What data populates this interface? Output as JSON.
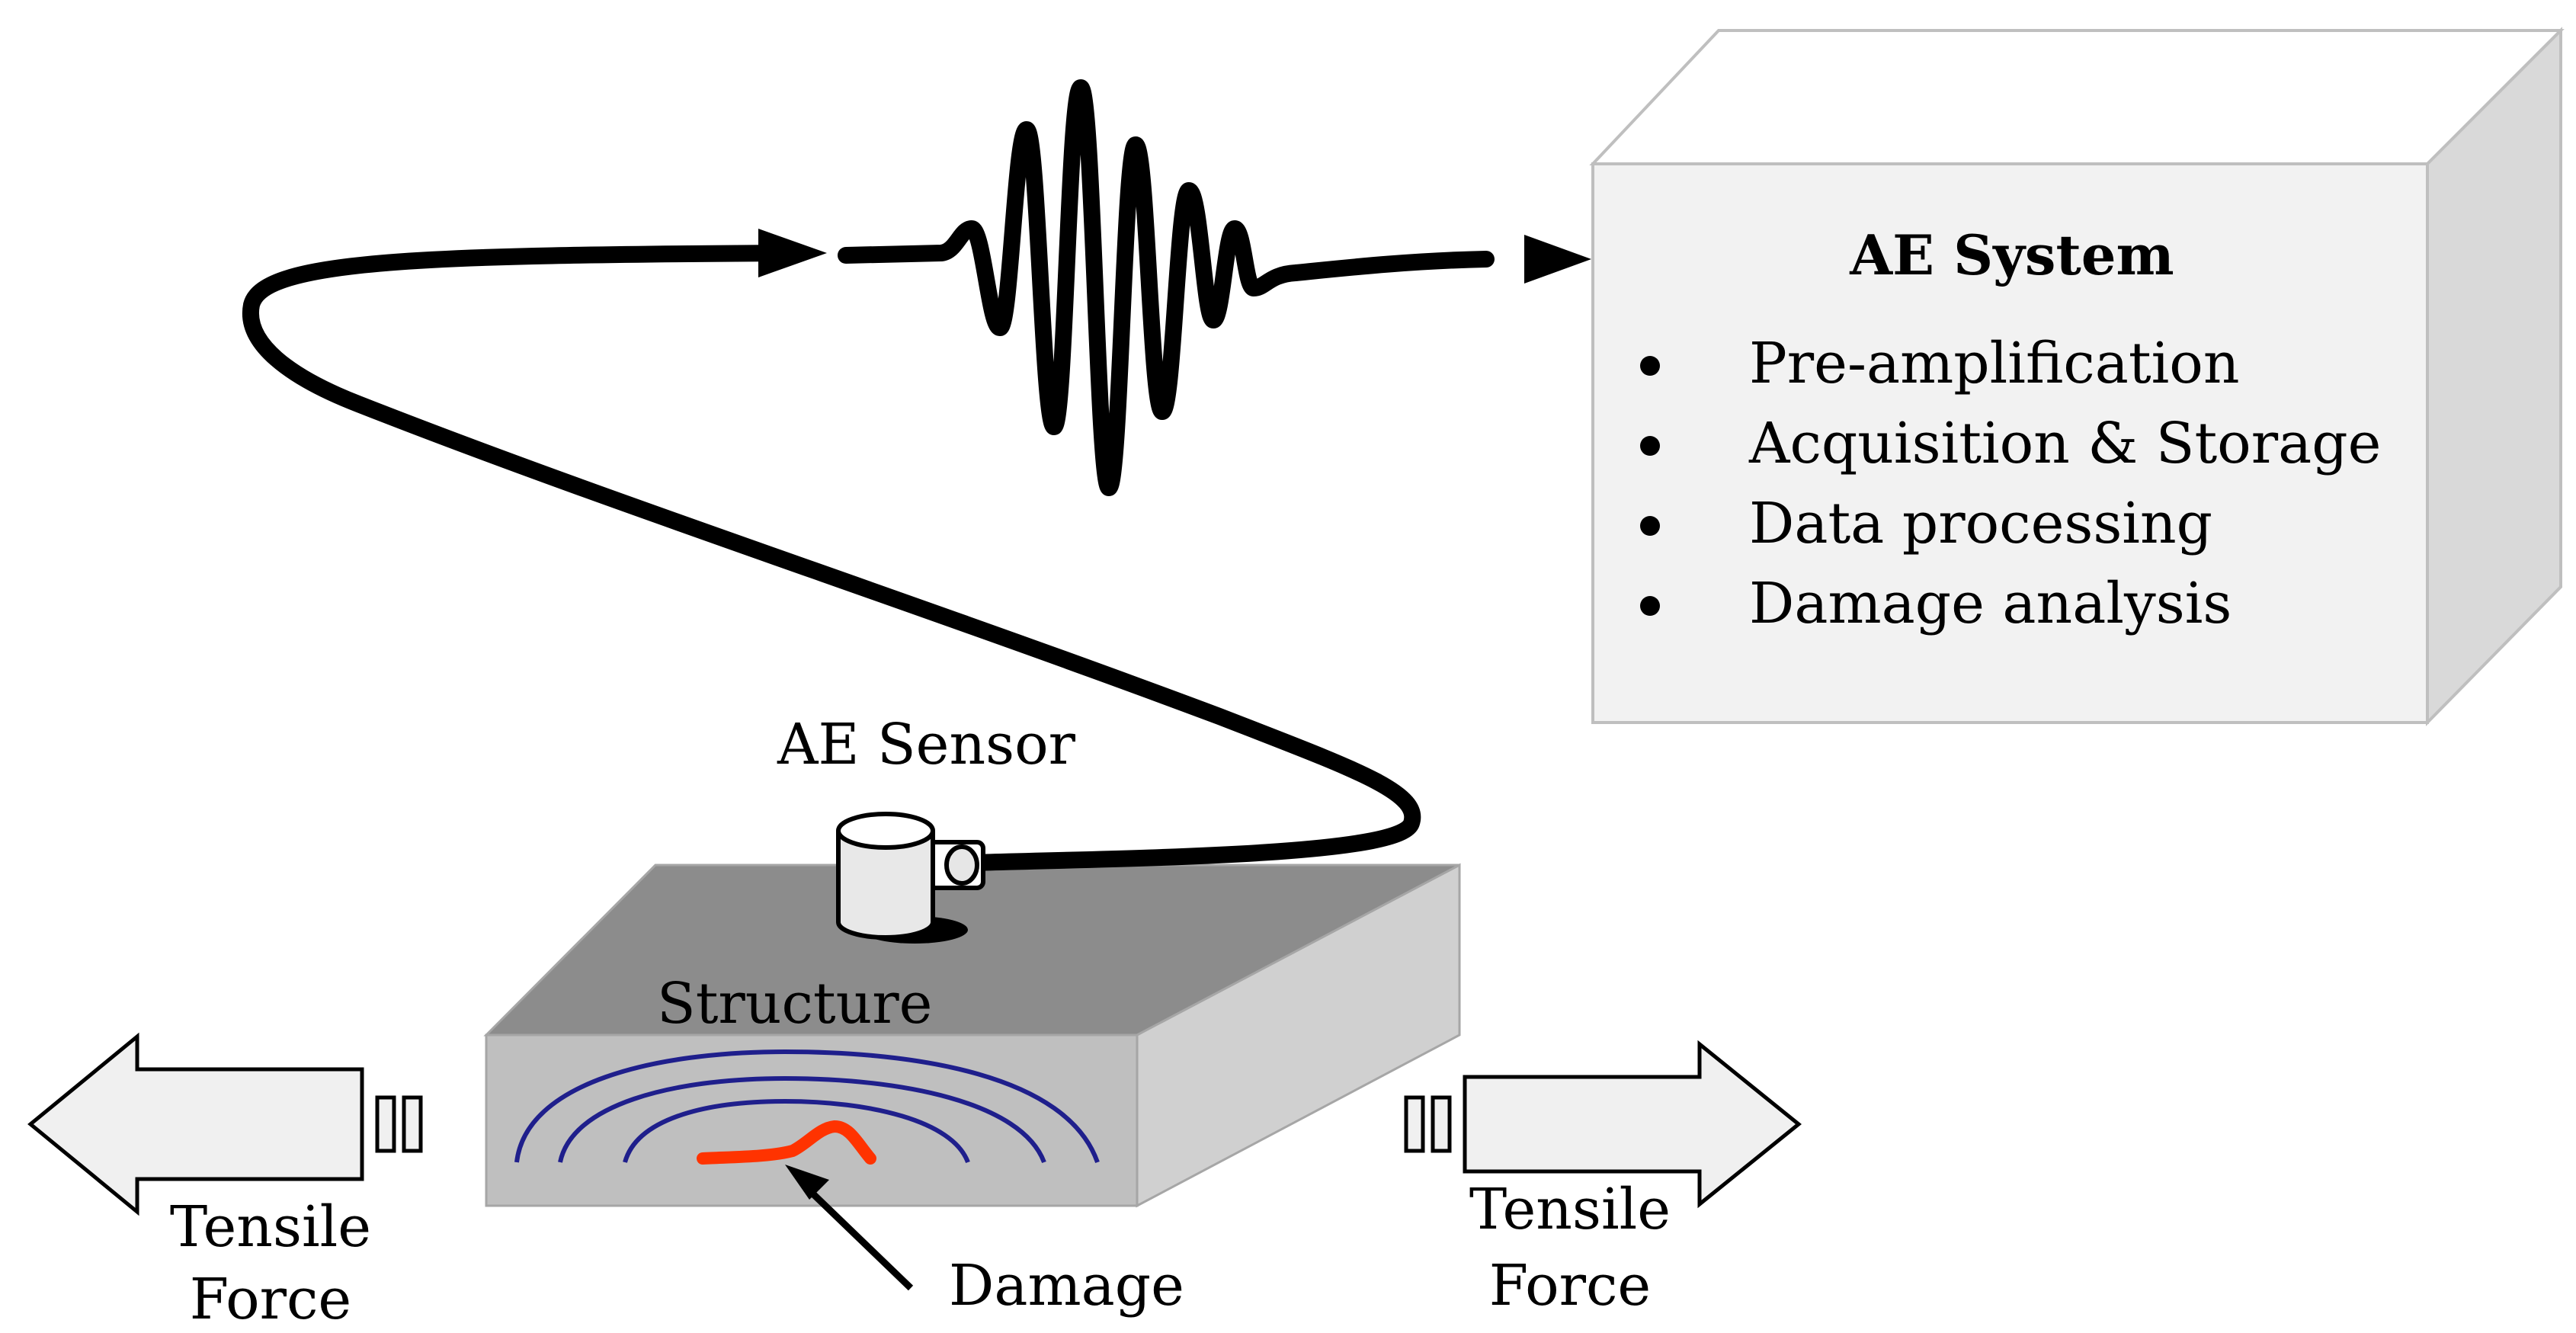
{
  "ae_system": {
    "title": "AE System",
    "items": [
      "Pre-amplification",
      "Acquisition & Storage",
      "Data processing",
      "Damage analysis"
    ]
  },
  "labels": {
    "sensor": "AE Sensor",
    "structure": "Structure",
    "damage": "Damage",
    "left_force": [
      "Tensile",
      "Force"
    ],
    "right_force": [
      "Tensile",
      "Force"
    ]
  },
  "colors": {
    "box_face": "#f2f2f2",
    "box_side": "#d9d9d9",
    "slab_top": "#8c8c8c",
    "slab_front": "#bfbfbf",
    "slab_side": "#d0d0d0",
    "wave_rings": "#1f1f8c",
    "damage_crack": "#ff3300",
    "arrow_fill": "#f0f0f0"
  }
}
